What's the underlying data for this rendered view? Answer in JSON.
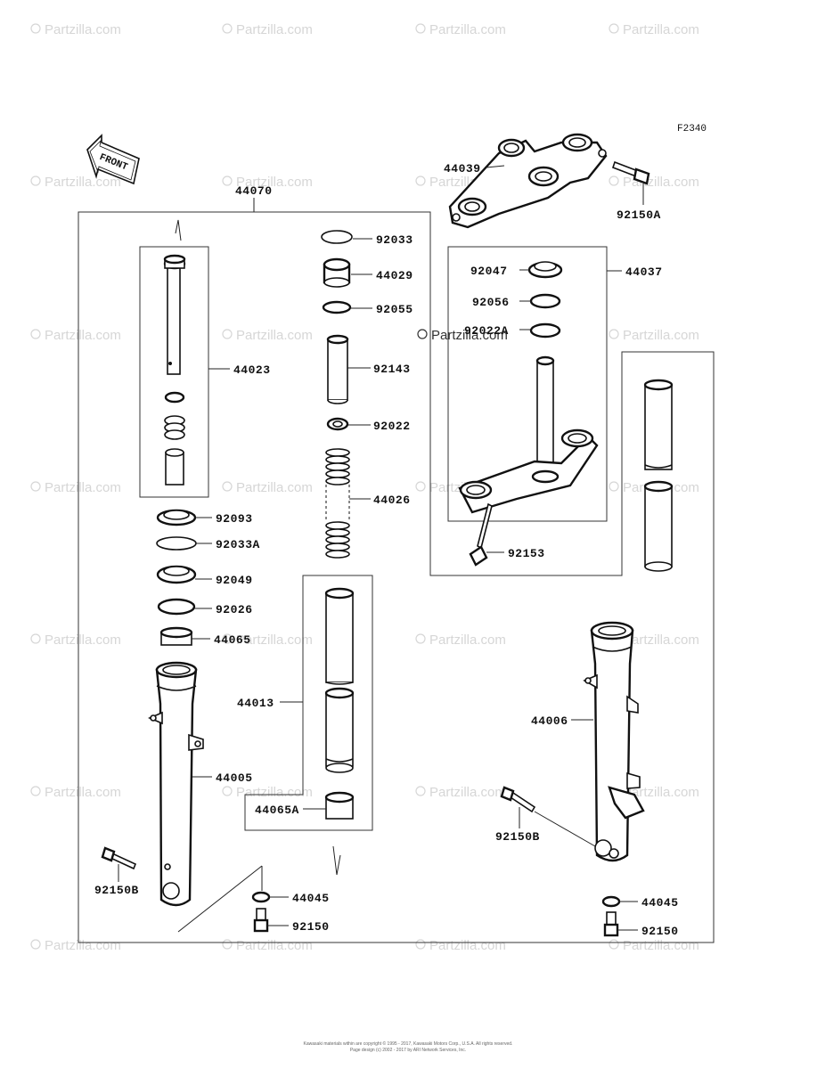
{
  "diagram_ref": "F2340",
  "front_arrow_text": "FRONT",
  "watermark_text": "Partzilla.com",
  "watermark_text_prominent": "Partzilla.com",
  "labels": {
    "l_44070": "44070",
    "l_44039": "44039",
    "l_92150A": "92150A",
    "l_92033": "92033",
    "l_44029": "44029",
    "l_92055": "92055",
    "l_44023": "44023",
    "l_92143": "92143",
    "l_92022": "92022",
    "l_44026": "44026",
    "l_92047": "92047",
    "l_44037": "44037",
    "l_92056": "92056",
    "l_92022A": "92022A",
    "l_92153": "92153",
    "l_92093": "92093",
    "l_92033A": "92033A",
    "l_92049": "92049",
    "l_92026": "92026",
    "l_44065": "44065",
    "l_44013": "44013",
    "l_44005": "44005",
    "l_44065A": "44065A",
    "l_92150B_left": "92150B",
    "l_44045_left": "44045",
    "l_92150_left": "92150",
    "l_44006": "44006",
    "l_92150B_right": "92150B",
    "l_44045_right": "44045",
    "l_92150_right": "92150"
  },
  "footer": {
    "line1": "Kawasaki materials within are copyright © 1995 - 2017, Kawasaki Motors Corp., U.S.A. All rights reserved.",
    "line2": "Page design (c) 2002 - 2017 by ARI Network Services, Inc."
  },
  "colors": {
    "line": "#111111",
    "watermark": "#d6d6d6",
    "background": "#ffffff"
  }
}
